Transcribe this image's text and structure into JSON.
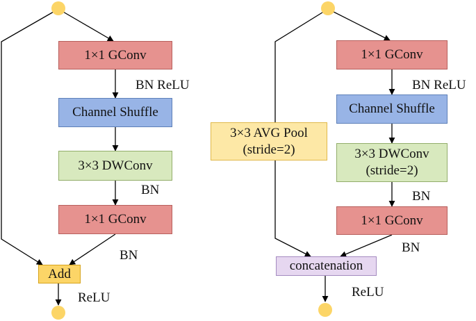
{
  "left": {
    "conv1": "1×1 GConv",
    "bn_relu": "BN ReLU",
    "shuffle": "Channel Shuffle",
    "dwconv": "3×3 DWConv",
    "bn_after_dw": "BN",
    "conv2": "1×1 GConv",
    "bn_after_conv2": "BN",
    "add": "Add",
    "relu_out": "ReLU"
  },
  "right": {
    "conv1": "1×1 GConv",
    "bn_relu": "BN ReLU",
    "shuffle": "Channel Shuffle",
    "avgpool": "3×3 AVG Pool\n(stride=2)",
    "dwconv": "3×3 DWConv\n(stride=2)",
    "bn_after_dw": "BN",
    "conv2": "1×1 GConv",
    "bn_after_conv2": "BN",
    "concat": "concatenation",
    "relu_out": "ReLU"
  },
  "colors": {
    "gconv": "#e6928f",
    "shuffle": "#98b4e6",
    "dwconv": "#d8e9be",
    "avgpool": "#fde8a6",
    "add": "#fcd567",
    "concat": "#e6d7f0",
    "node": "#fcd567"
  }
}
